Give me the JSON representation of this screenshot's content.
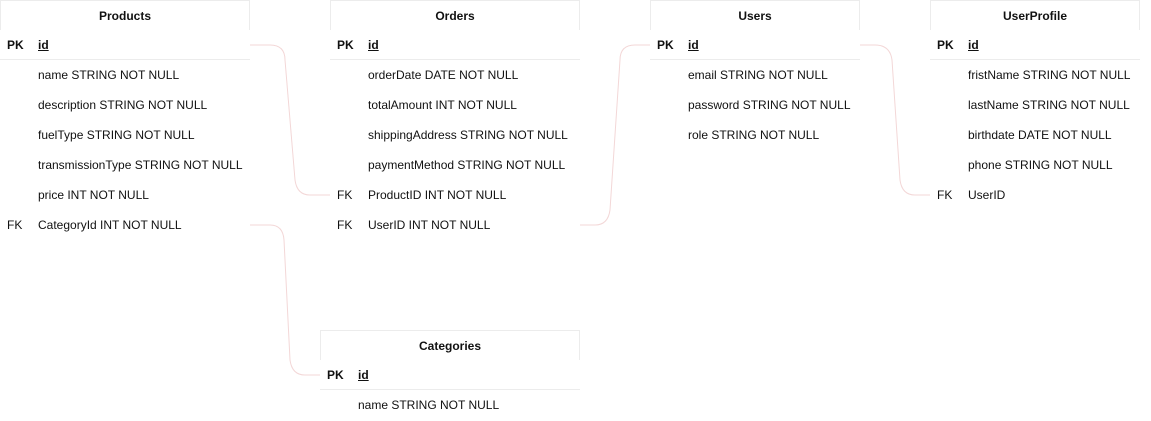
{
  "entities": {
    "products": {
      "title": "Products",
      "rows": [
        {
          "key": "PK",
          "field": "id"
        },
        {
          "key": "",
          "field": "name STRING  NOT NULL"
        },
        {
          "key": "",
          "field": "description STRING NOT NULL"
        },
        {
          "key": "",
          "field": "fuelType STRING NOT NULL"
        },
        {
          "key": "",
          "field": "transmissionType STRING NOT NULL"
        },
        {
          "key": "",
          "field": "price INT NOT NULL"
        },
        {
          "key": "FK",
          "field": "CategoryId INT NOT NULL"
        }
      ]
    },
    "orders": {
      "title": "Orders",
      "rows": [
        {
          "key": "PK",
          "field": "id"
        },
        {
          "key": "",
          "field": "orderDate DATE NOT NULL"
        },
        {
          "key": "",
          "field": "totalAmount INT NOT NULL"
        },
        {
          "key": "",
          "field": "shippingAddress STRING NOT NULL"
        },
        {
          "key": "",
          "field": "paymentMethod STRING NOT NULL"
        },
        {
          "key": "FK",
          "field": "ProductID INT NOT NULL"
        },
        {
          "key": "FK",
          "field": "UserID INT NOT NULL"
        }
      ]
    },
    "users": {
      "title": "Users",
      "rows": [
        {
          "key": "PK",
          "field": "id"
        },
        {
          "key": "",
          "field": "email STRING NOT NULL"
        },
        {
          "key": "",
          "field": "password STRING NOT NULL"
        },
        {
          "key": "",
          "field": "role STRING NOT NULL"
        }
      ]
    },
    "userprofile": {
      "title": "UserProfile",
      "rows": [
        {
          "key": "PK",
          "field": "id"
        },
        {
          "key": "",
          "field": "fristName STRING NOT NULL"
        },
        {
          "key": "",
          "field": "lastName STRING NOT NULL"
        },
        {
          "key": "",
          "field": "birthdate DATE NOT NULL"
        },
        {
          "key": "",
          "field": "phone STRING NOT NULL"
        },
        {
          "key": "FK",
          "field": "UserID"
        }
      ]
    },
    "categories": {
      "title": "Categories",
      "rows": [
        {
          "key": "PK",
          "field": "id"
        },
        {
          "key": "",
          "field": "name STRING NOT NULL"
        }
      ]
    }
  },
  "colors": {
    "connector": "#f3d7d7",
    "border": "#ececec",
    "text": "#111111"
  }
}
